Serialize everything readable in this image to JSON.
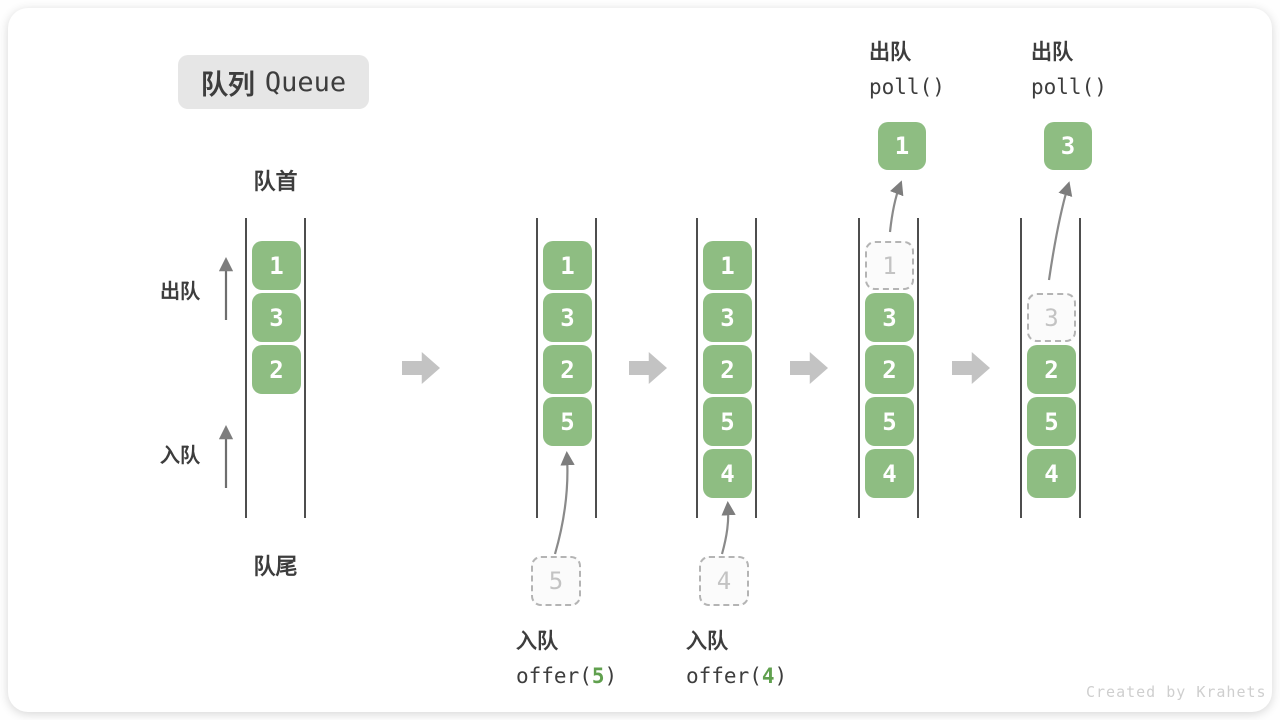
{
  "badge": {
    "zh": "队列",
    "en": "Queue"
  },
  "side_labels": {
    "front": "队首",
    "rear": "队尾",
    "dequeue": "出队",
    "enqueue": "入队"
  },
  "colors": {
    "cell_green": "#8ebd82",
    "arg_green": "#60a04e",
    "flow_gray": "#c3c3c3",
    "ghost_border": "#b4b4b4",
    "ghost_text": "#c3c3c3",
    "wall": "#4e4e4e",
    "text": "#3d3d3d",
    "badge_bg": "#e6e6e6",
    "watermark": "#cfcfcf",
    "arrow": "#7d7d7d"
  },
  "ops": {
    "enq1": {
      "label": "入队",
      "pre": "offer(",
      "arg": "5",
      "post": ")"
    },
    "enq2": {
      "label": "入队",
      "pre": "offer(",
      "arg": "4",
      "post": ")"
    },
    "deq1": {
      "label": "出队",
      "code": "poll()"
    },
    "deq2": {
      "label": "出队",
      "code": "poll()"
    }
  },
  "queues": [
    {
      "id": "state-1",
      "cells": [
        {
          "slot": 0,
          "v": "1",
          "kind": "filled"
        },
        {
          "slot": 1,
          "v": "3",
          "kind": "filled"
        },
        {
          "slot": 2,
          "v": "2",
          "kind": "filled"
        }
      ]
    },
    {
      "id": "state-2-after-offer-5",
      "staged": {
        "v": "5"
      },
      "cells": [
        {
          "slot": 0,
          "v": "1",
          "kind": "filled"
        },
        {
          "slot": 1,
          "v": "3",
          "kind": "filled"
        },
        {
          "slot": 2,
          "v": "2",
          "kind": "filled"
        },
        {
          "slot": 3,
          "v": "5",
          "kind": "filled"
        }
      ]
    },
    {
      "id": "state-3-after-offer-4",
      "staged": {
        "v": "4"
      },
      "cells": [
        {
          "slot": 0,
          "v": "1",
          "kind": "filled"
        },
        {
          "slot": 1,
          "v": "3",
          "kind": "filled"
        },
        {
          "slot": 2,
          "v": "2",
          "kind": "filled"
        },
        {
          "slot": 3,
          "v": "5",
          "kind": "filled"
        },
        {
          "slot": 4,
          "v": "4",
          "kind": "filled"
        }
      ]
    },
    {
      "id": "state-4-after-poll-1",
      "polled": {
        "v": "1"
      },
      "cells": [
        {
          "slot": 0,
          "v": "1",
          "kind": "ghost"
        },
        {
          "slot": 1,
          "v": "3",
          "kind": "filled"
        },
        {
          "slot": 2,
          "v": "2",
          "kind": "filled"
        },
        {
          "slot": 3,
          "v": "5",
          "kind": "filled"
        },
        {
          "slot": 4,
          "v": "4",
          "kind": "filled"
        }
      ]
    },
    {
      "id": "state-5-after-poll-3",
      "polled": {
        "v": "3"
      },
      "cells": [
        {
          "slot": 1,
          "v": "3",
          "kind": "ghost"
        },
        {
          "slot": 2,
          "v": "2",
          "kind": "filled"
        },
        {
          "slot": 3,
          "v": "5",
          "kind": "filled"
        },
        {
          "slot": 4,
          "v": "4",
          "kind": "filled"
        }
      ]
    }
  ],
  "watermark": "Created by Krahets"
}
